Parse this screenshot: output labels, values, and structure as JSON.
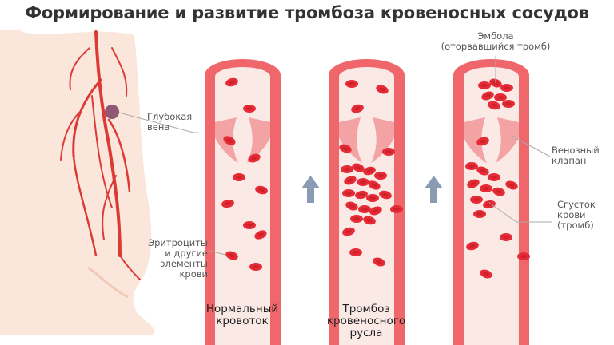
{
  "title": "Формирование и развитие тромбоза кровеносных сосудов",
  "labels": {
    "deep_vein": [
      "Глубокая",
      "вена"
    ],
    "embolus": [
      "Эмбола",
      "(оторвавшийся тромб)"
    ],
    "venous_valve": [
      "Венозный",
      "клапан"
    ],
    "clot": [
      "Сгусток",
      "крови",
      "(тромб)"
    ],
    "erythrocytes": [
      "Эритроциты",
      "и другие",
      "элементы",
      "крови"
    ]
  },
  "captions": {
    "normal": [
      "Нормальный",
      "кровоток"
    ],
    "thrombosis": [
      "Тромбоз",
      "кровеносного",
      "русла"
    ]
  },
  "colors": {
    "vessel_wall": "#f0676b",
    "vessel_inner": "#fbe9e6",
    "cell": "#e52b35",
    "valve": "#f3a3a3",
    "arrow": "#8a9bb3",
    "skin": "#fbe6dc",
    "artery": "#dc3b35"
  }
}
